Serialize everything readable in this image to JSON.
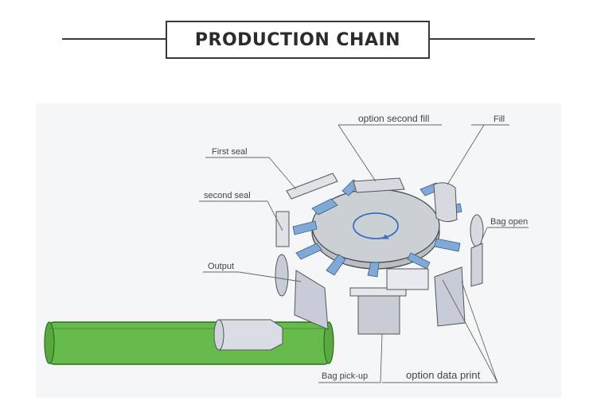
{
  "header": {
    "title": "PRODUCTION CHAIN"
  },
  "diagram": {
    "labels": {
      "option_second_fill": "option second fill",
      "fill": "Fill",
      "first_seal": "First seal",
      "second_seal": "second seal",
      "bag_open": "Bag open",
      "output": "Output",
      "bag_pickup": "Bag pick-up",
      "option_data_print": "option data print"
    },
    "colors": {
      "arm": "#7fa9d6",
      "table": "#c9cdd2",
      "conveyor": "#66bb4c",
      "bag": "#c8ccd8",
      "accent_arrow": "#3a6fc4"
    }
  }
}
